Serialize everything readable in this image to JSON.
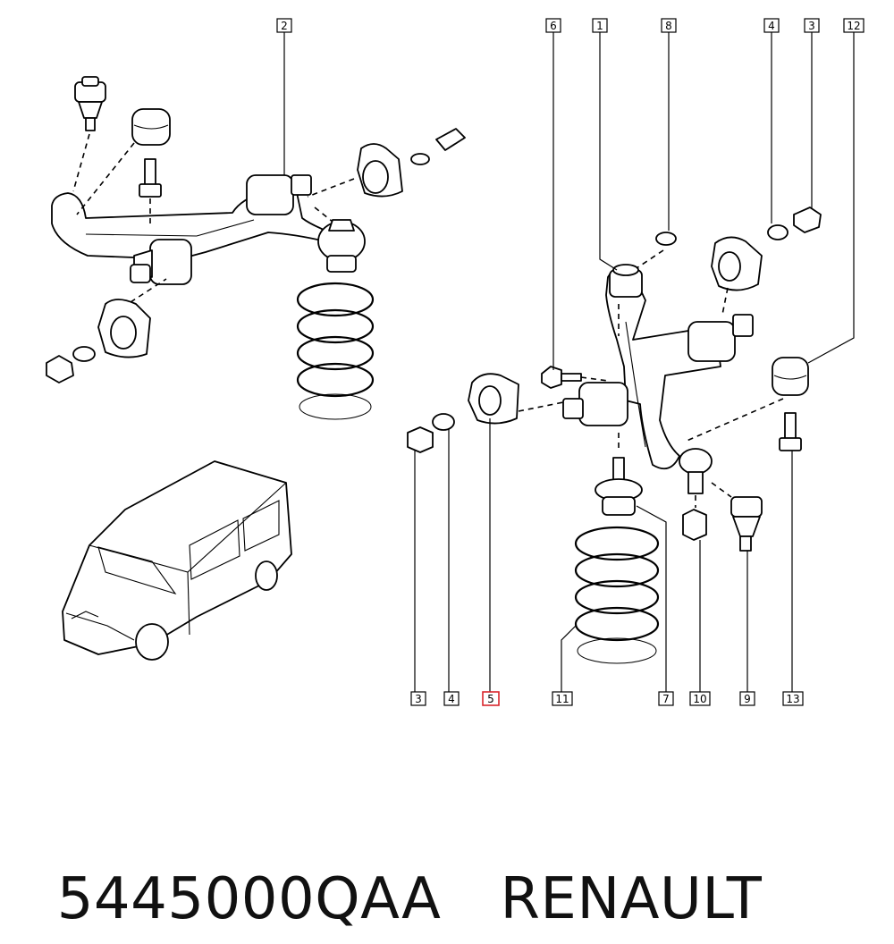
{
  "caption": {
    "part_number": "5445000QAA",
    "brand": "RENAULT"
  },
  "callouts": {
    "top": [
      "2",
      "6",
      "1",
      "8",
      "4",
      "3",
      "12"
    ],
    "bottom": [
      "3",
      "4",
      "5",
      "11",
      "7",
      "10",
      "9",
      "13"
    ],
    "highlighted": "5"
  },
  "colors": {
    "highlight": "#d8262c",
    "line": "#000000",
    "background": "#ffffff"
  }
}
